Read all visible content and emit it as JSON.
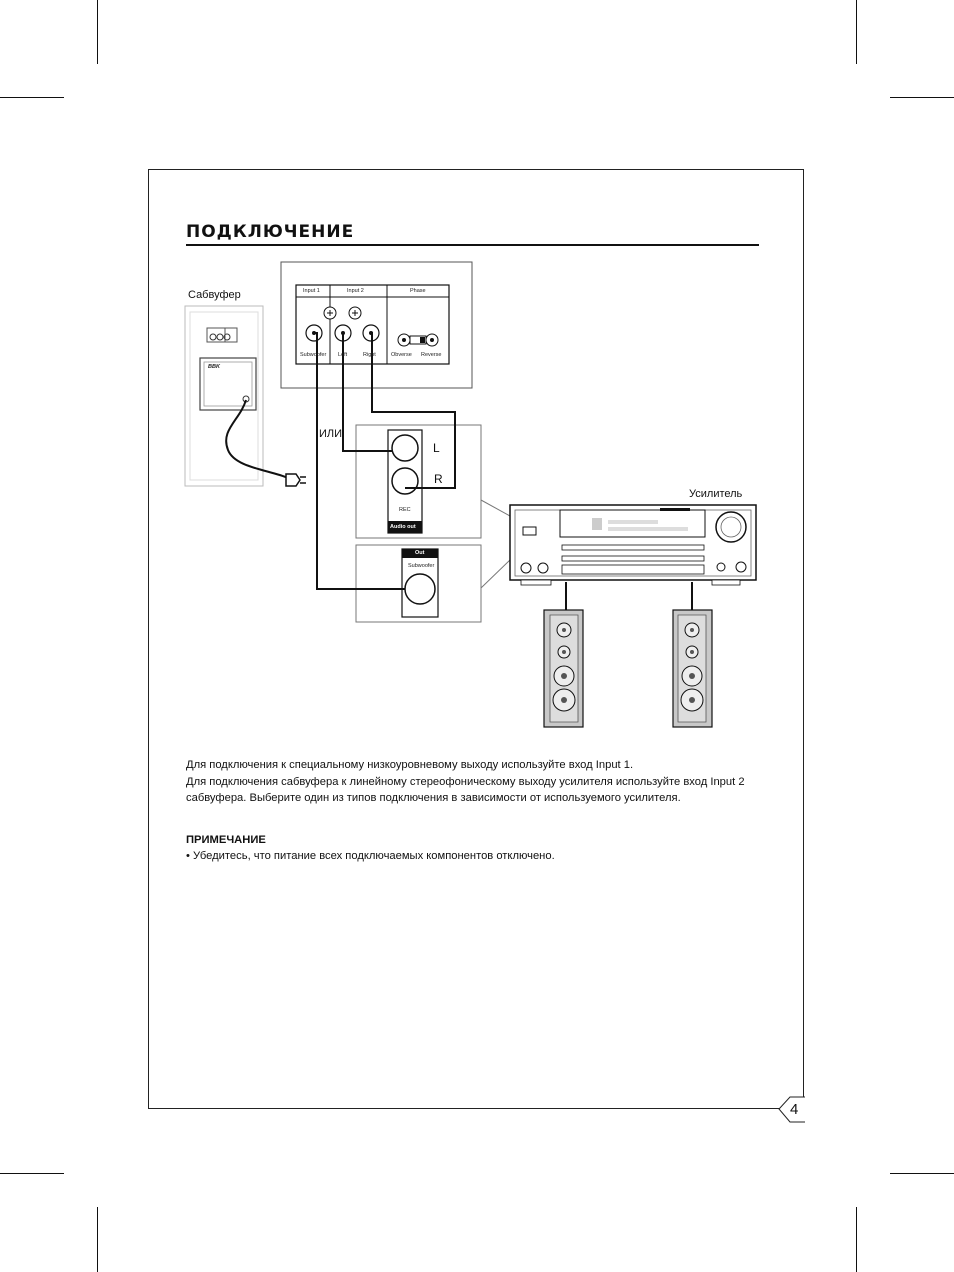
{
  "title": "ПОДКЛЮЧЕНИЕ",
  "labels": {
    "subwoofer": "Сабвуфер",
    "amplifier": "Усилитель",
    "or": "ИЛИ",
    "left": "L",
    "right": "R",
    "logo": "BBK"
  },
  "panel": {
    "input1": "Input 1",
    "input2": "Input 2",
    "phase": "Phase",
    "subwoofer": "Subwoofer",
    "left": "Left",
    "right": "Right",
    "obverse": "Obverse",
    "reverse": "Reverse"
  },
  "audio_out": {
    "rec": "REC",
    "label": "Audio out"
  },
  "sub_out": {
    "header": "Out",
    "label": "Subwoofer"
  },
  "text": {
    "p1": "Для подключения к специальному низкоуровневому выходу используйте вход Input 1.",
    "p2": "Для подключения сабвуфера к линейному стереофоническому выходу усилителя используйте вход Input 2 сабвуфера. Выберите один из типов подключения в зависимости от используемого усилителя.",
    "note_title": "ПРИМЕЧАНИЕ",
    "note": "• Убедитесь, что питание всех подключаемых компонентов отключено."
  },
  "page_number": "4"
}
